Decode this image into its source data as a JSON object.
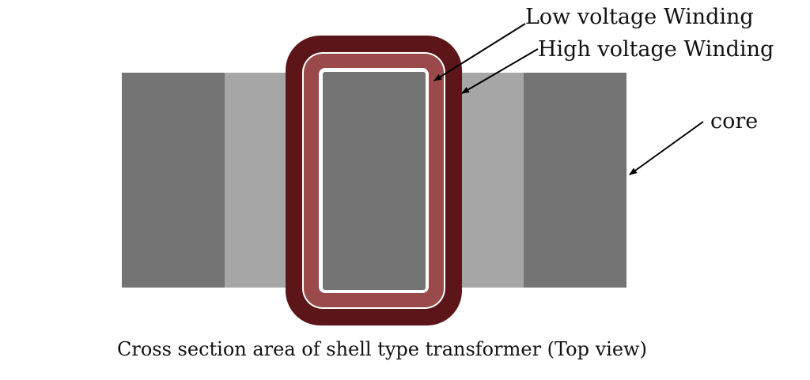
{
  "labels": {
    "low_voltage": "Low voltage Winding",
    "high_voltage": "High voltage Winding",
    "core": "core"
  },
  "caption": "Cross section area of shell type transformer (Top view)",
  "colors": {
    "outer_core": "#747474",
    "inner_core_gap": "#a6a6a6",
    "center_limb": "#747474",
    "high_voltage_winding": "#5c1619",
    "low_voltage_winding": "#9a4a4a",
    "insulation_gap": "#ffffff",
    "arrow": "#000000",
    "text": "#111111"
  }
}
